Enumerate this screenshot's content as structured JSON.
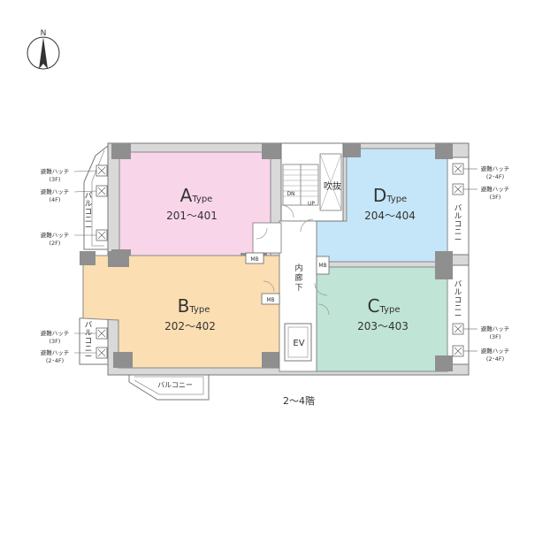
{
  "compass": {
    "label": "N"
  },
  "floor_label": "2～4階",
  "units": [
    {
      "id": "a",
      "letter": "A",
      "type_label": "Type",
      "rooms": "201～401",
      "color": "#f9d5ea"
    },
    {
      "id": "b",
      "letter": "B",
      "type_label": "Type",
      "rooms": "202～402",
      "color": "#fbdeb2"
    },
    {
      "id": "c",
      "letter": "C",
      "type_label": "Type",
      "rooms": "203～403",
      "color": "#c0e4d5"
    },
    {
      "id": "d",
      "letter": "D",
      "type_label": "Type",
      "rooms": "204～404",
      "color": "#c4e6f8"
    }
  ],
  "balcony_label": "バルコニー",
  "balcony_vertical": [
    "バ",
    "ル",
    "コ",
    "ニ",
    "ー"
  ],
  "hatch_label": "避難ハッチ",
  "hatch_floors": {
    "left_top_1": "(3F)",
    "left_top_2": "(4F)",
    "left_top_3": "(2F)",
    "left_bottom_1": "(3F)",
    "left_bottom_2": "(2･4F)",
    "right_top_1": "(2･4F)",
    "right_top_2": "(3F)",
    "right_bottom_1": "(3F)",
    "right_bottom_2": "(2･4F)"
  },
  "core": {
    "stairs_down": "DN",
    "stairs_up": "UP",
    "void": [
      "吹",
      "抜"
    ],
    "corridor": [
      "内",
      "廊",
      "下"
    ],
    "elevator": "EV",
    "meter_box": "MB"
  },
  "colors": {
    "wall": "#999999",
    "column": "#8f8f8f",
    "outline": "#666666",
    "core_fill": "#ffffff"
  }
}
